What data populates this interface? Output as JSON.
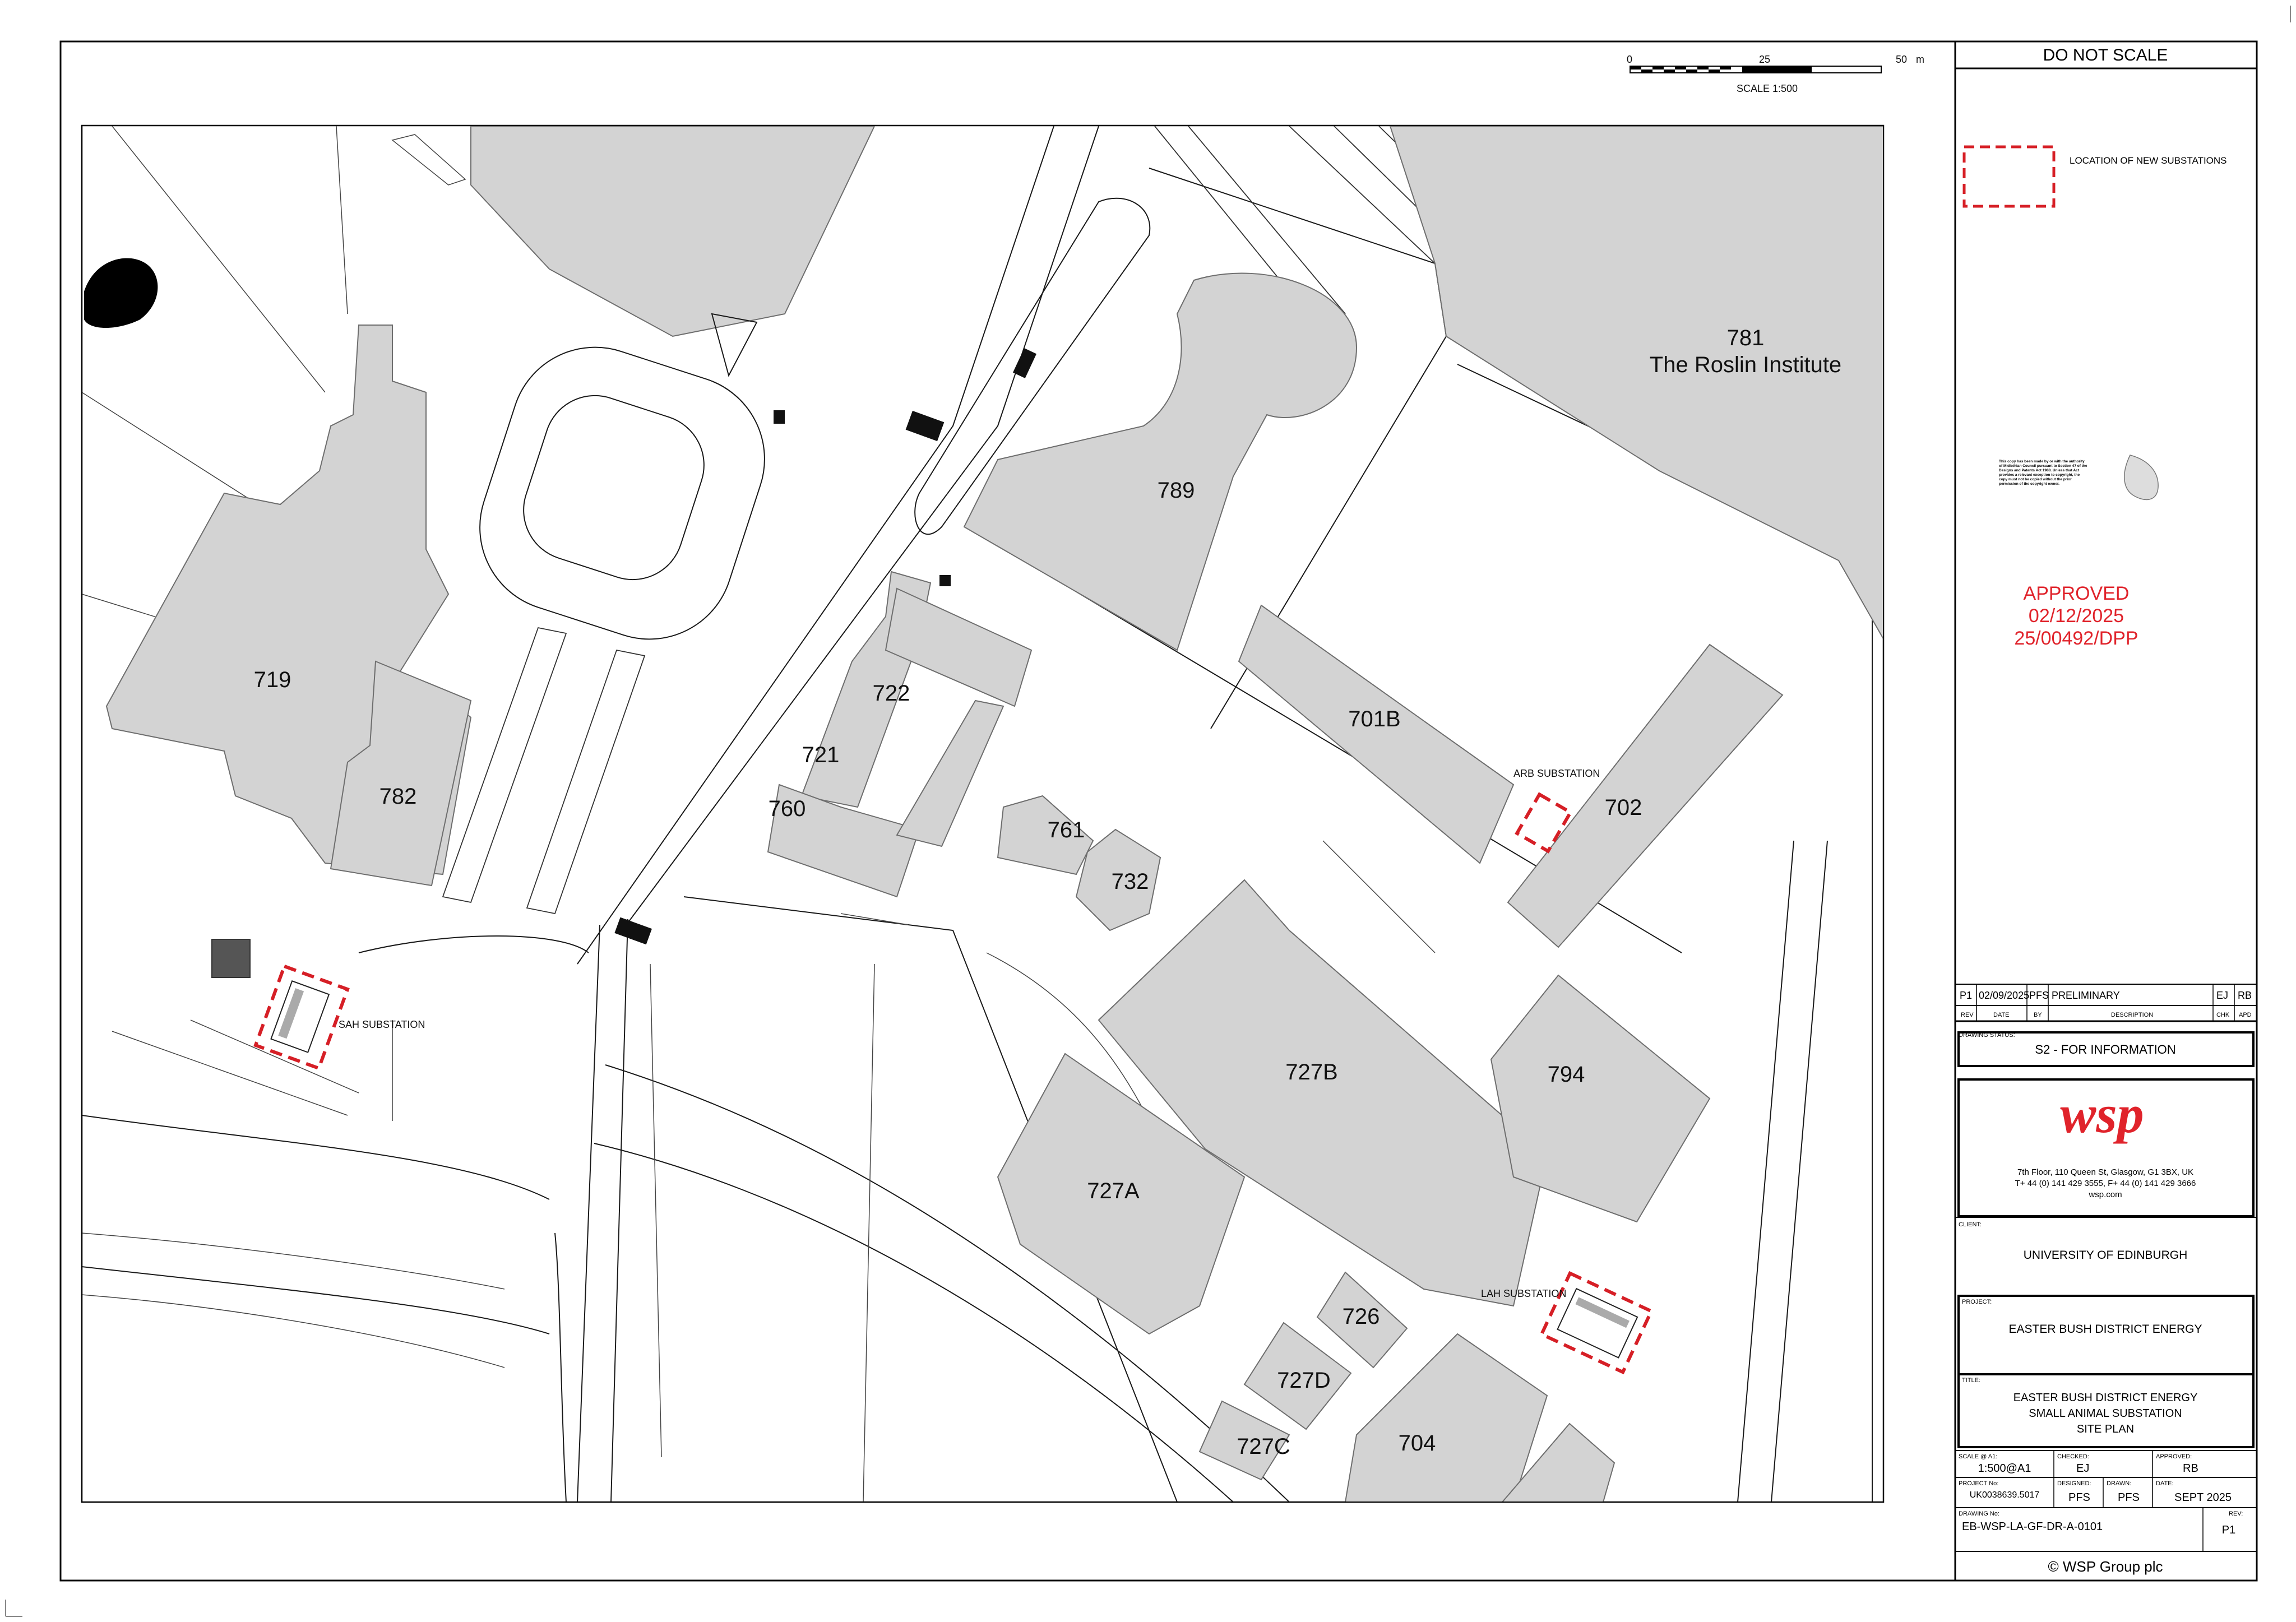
{
  "scale_bar": {
    "ticks": [
      "0",
      "25",
      "50"
    ],
    "unit": "m",
    "label": "SCALE 1:500"
  },
  "map": {
    "buildings": [
      {
        "id": "781",
        "name": "The Roslin Institute"
      },
      {
        "id": "789"
      },
      {
        "id": "719"
      },
      {
        "id": "782"
      },
      {
        "id": "722"
      },
      {
        "id": "721"
      },
      {
        "id": "760"
      },
      {
        "id": "761"
      },
      {
        "id": "732"
      },
      {
        "id": "701B"
      },
      {
        "id": "702"
      },
      {
        "id": "727B"
      },
      {
        "id": "794"
      },
      {
        "id": "727A"
      },
      {
        "id": "726"
      },
      {
        "id": "727D"
      },
      {
        "id": "727C"
      },
      {
        "id": "704"
      }
    ],
    "substations": {
      "arb": "ARB SUBSTATION",
      "sah": "SAH SUBSTATION",
      "lah": "LAH SUBSTATION"
    },
    "colors": {
      "building_fill": "#d3d3d3",
      "substation_outline": "#d61f26",
      "approved_text": "#e0232b",
      "wsp_logo": "#e0232b"
    }
  },
  "title_block": {
    "do_not_scale": "DO NOT SCALE",
    "legend_label": "LOCATION OF NEW SUBSTATIONS",
    "copyright_notice": "This copy has been made by or with the authority of Midlothian Council pursuant to Section 47 of the Designs and Patents Act 1988. Unless that Act provides a relevant exception to copyright, the copy must not be copied without the prior permission of the copyright owner.",
    "approved": [
      "APPROVED",
      "02/12/2025",
      "25/00492/DPP"
    ],
    "revision": {
      "rev": "P1",
      "date": "02/09/2025",
      "by": "PFS",
      "description": "PRELIMINARY",
      "chk": "EJ",
      "apd": "RB"
    },
    "revision_headers": [
      "REV",
      "DATE",
      "BY",
      "DESCRIPTION",
      "CHK",
      "APD"
    ],
    "drawing_status_label": "DRAWING STATUS:",
    "drawing_status": "S2 - FOR INFORMATION",
    "company_logo": "wsp",
    "company_address": [
      "7th Floor, 110 Queen St, Glasgow, G1 3BX, UK",
      "T+ 44 (0) 141 429 3555, F+ 44 (0) 141 429 3666",
      "wsp.com"
    ],
    "client_label": "CLIENT:",
    "client": "UNIVERSITY OF EDINBURGH",
    "project_label": "PROJECT:",
    "project": "EASTER BUSH DISTRICT ENERGY",
    "title_label": "TITLE:",
    "title": [
      "EASTER BUSH DISTRICT ENERGY",
      "SMALL ANIMAL SUBSTATION",
      "SITE PLAN"
    ],
    "scale_label": "SCALE @ A1:",
    "scale": "1:500@A1",
    "checked_label": "CHECKED:",
    "checked": "EJ",
    "approved_label": "APPROVED:",
    "approved_by": "RB",
    "project_no_label": "PROJECT No:",
    "project_no": "UK0038639.5017",
    "designed_label": "DESIGNED:",
    "designed": "PFS",
    "drawn_label": "DRAWN:",
    "drawn": "PFS",
    "date_label": "DATE:",
    "date": "SEPT 2025",
    "drawing_no_label": "DRAWING No:",
    "drawing_no": "EB-WSP-LA-GF-DR-A-0101",
    "rev_label": "REV:",
    "rev": "P1",
    "footer": "© WSP Group plc"
  }
}
